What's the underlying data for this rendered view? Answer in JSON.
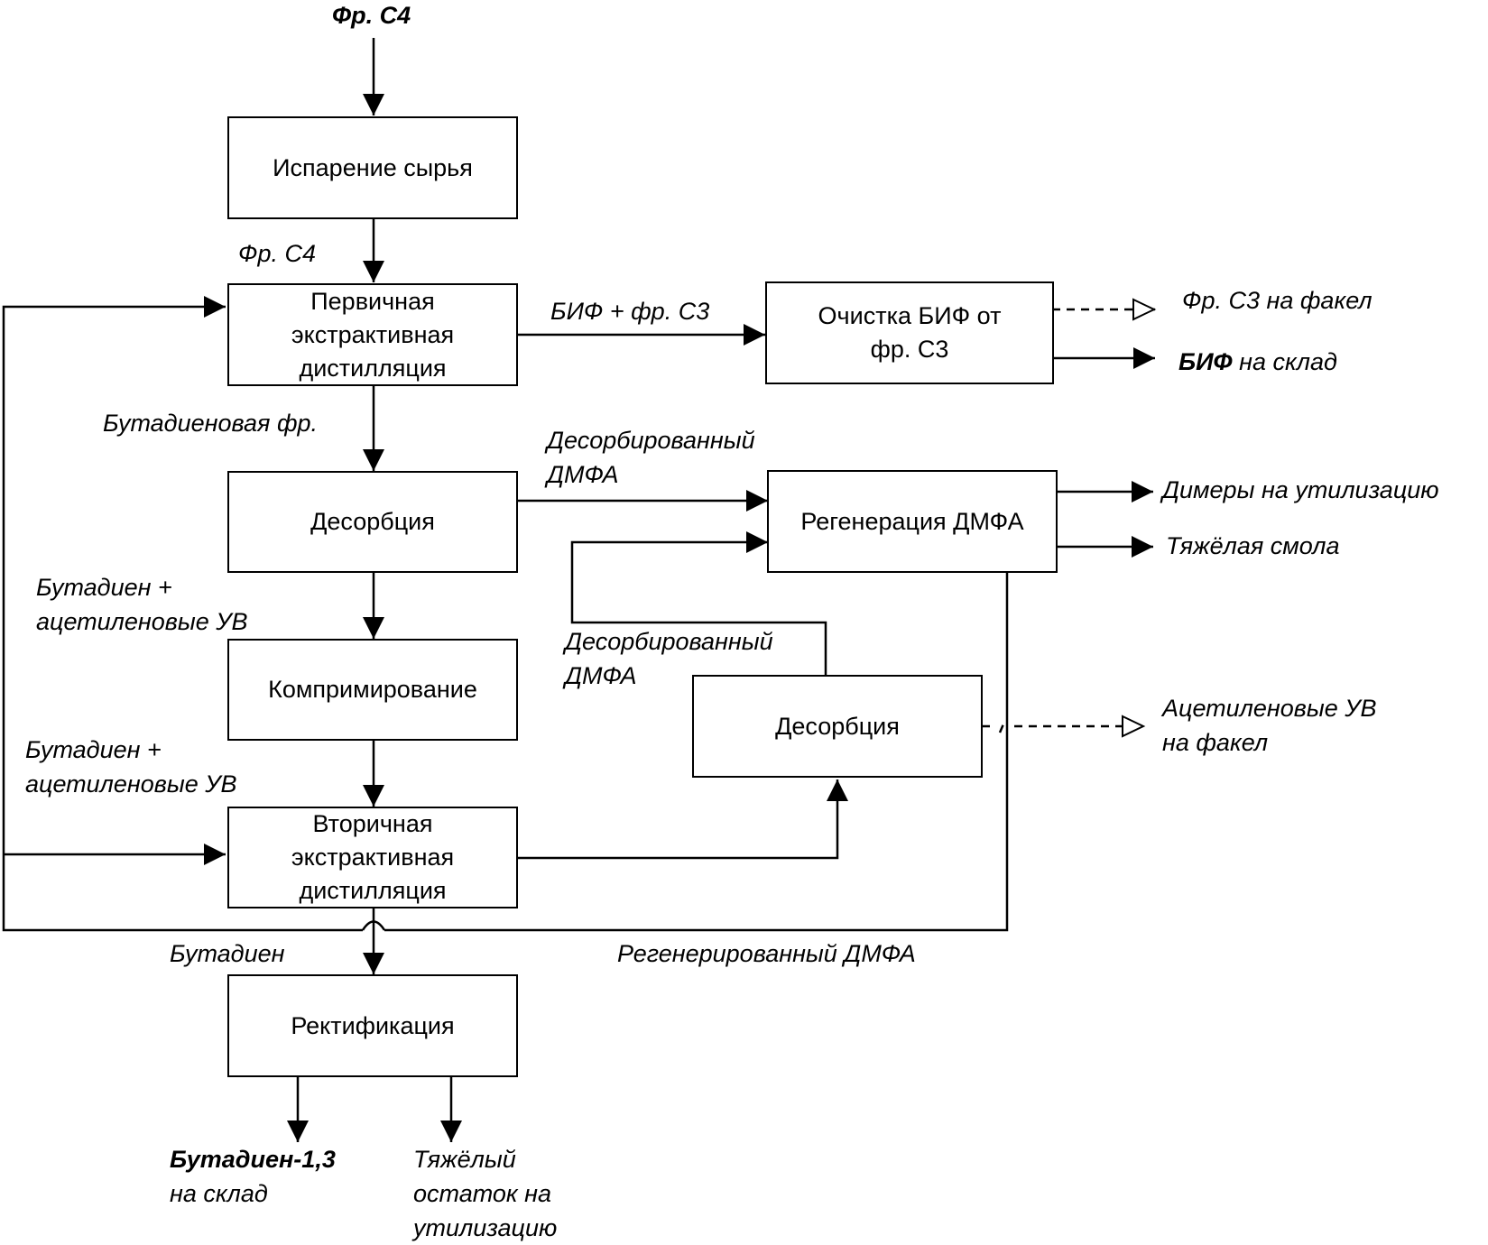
{
  "diagram": {
    "boxes": {
      "evaporation": "Испарение сырья",
      "primary_extractive": "Первичная\nэкстрактивная\nдистилляция",
      "bif_cleaning": "Очистка БИФ от\nфр. С3",
      "desorption_1": "Десорбция",
      "dmfa_regeneration": "Регенерация ДМФА",
      "compression": "Компримирование",
      "desorption_2": "Десорбция",
      "secondary_extractive": "Вторичная\nэкстрактивная\nдистилляция",
      "rectification": "Ректификация"
    },
    "flows": {
      "feed_in": "Фр. С4",
      "feed_after_evap": "Фр. С4",
      "bif_c3": "БИФ + фр. С3",
      "c3_to_flare": "Фр. С3 на факел",
      "bif_to_storage_bold": "БИФ",
      "bif_to_storage_rest": " на склад",
      "butadiene_fraction": "Бутадиеновая фр.",
      "desorbed_dmfa_1": "Десорбированный\nДМФА",
      "dimers": "Димеры на утилизацию",
      "heavy_resin": "Тяжёлая смола",
      "butadiene_acetylenes_1": "Бутадиен +\nацетиленовые УВ",
      "desorbed_dmfa_2": "Десорбированный\nДМФА",
      "acetylenes_to_flare": "Ацетиленовые УВ\nна факел",
      "butadiene_acetylenes_2": "Бутадиен +\nацетиленовые УВ",
      "butadiene": "Бутадиен",
      "regenerated_dmfa": "Регенерированный ДМФА",
      "butadiene13_bold": "Бутадиен-1,3",
      "butadiene13_rest": "на склад",
      "heavy_residue": "Тяжёлый\nостаток на\nутилизацию"
    },
    "colors": {
      "line": "#000000",
      "background": "#ffffff"
    }
  }
}
